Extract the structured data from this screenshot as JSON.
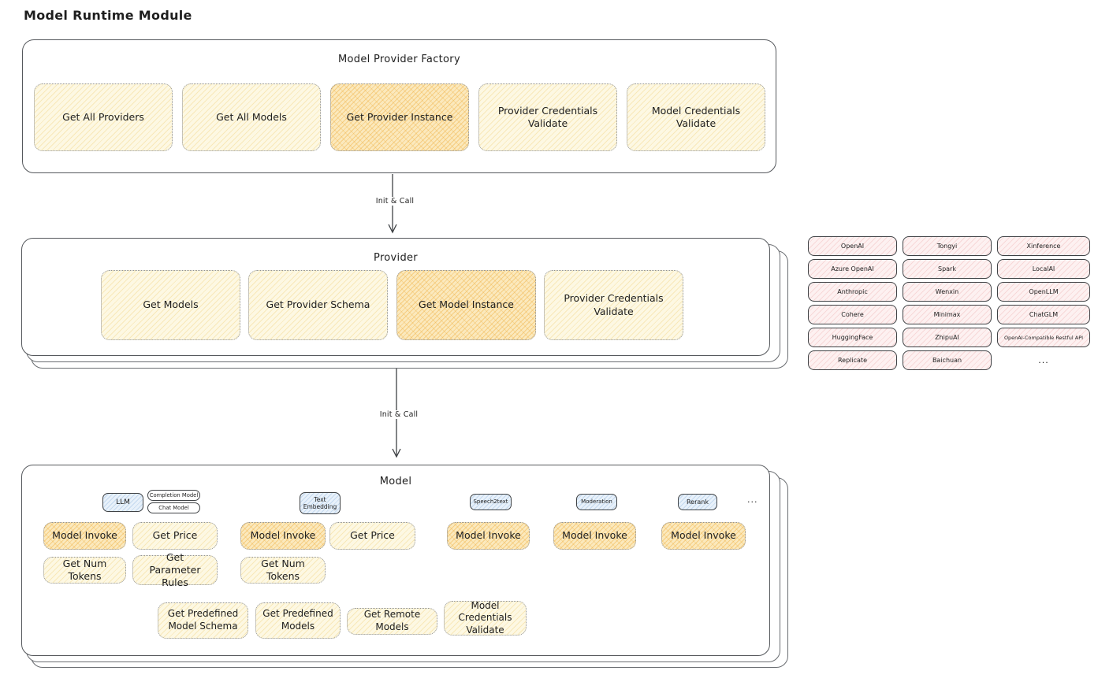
{
  "page_title": "Model Runtime Module",
  "colors": {
    "node_yellow_bg": "#fdf8e3",
    "node_yellow_hatch": "#e9c45a",
    "node_orange_bg": "#fbe9bd",
    "node_orange_hatch": "#eeac3a",
    "chip_pink_bg": "#fdf1f1",
    "chip_pink_hatch": "#e28080",
    "tab_blue_bg": "#e8f1fa",
    "tab_blue_hatch": "#70a2d4",
    "frame_stroke": "#55585c",
    "text": "#1e1e1e"
  },
  "factory": {
    "title": "Model Provider Factory",
    "nodes": [
      "Get All Providers",
      "Get All Models",
      "Get Provider Instance",
      "Provider Credentials Validate",
      "Model Credentials Validate"
    ]
  },
  "flow": {
    "arrow1_label": "Init & Call",
    "arrow2_label": "Init & Call"
  },
  "provider": {
    "title": "Provider",
    "nodes": [
      "Get Models",
      "Get Provider Schema",
      "Get Model Instance",
      "Provider Credentials Validate"
    ]
  },
  "catalog": {
    "col1": [
      "OpenAI",
      "Azure OpenAI",
      "Anthropic",
      "Cohere",
      "HuggingFace",
      "Replicate"
    ],
    "col2": [
      "Tongyi",
      "Spark",
      "Wenxin",
      "Minimax",
      "ZhipuAI",
      "Baichuan"
    ],
    "col3": [
      "Xinference",
      "LocalAI",
      "OpenLLM",
      "ChatGLM",
      "OpenAI-Compatible Restful API"
    ],
    "ellipsis": "..."
  },
  "model": {
    "title": "Model",
    "tab_llm": "LLM",
    "tab_completion": "Completion Model",
    "tab_chat": "Chat Model",
    "tab_text_embedding": "Text Embedding",
    "tab_speech2text": "Speech2text",
    "tab_moderation": "Moderation",
    "tab_rerank": "Rerank",
    "tabs_ellipsis": "...",
    "row1": [
      "Model Invoke",
      "Get Price",
      "Model Invoke",
      "Get Price",
      "Model Invoke",
      "Model Invoke",
      "Model Invoke"
    ],
    "row2": [
      "Get Num Tokens",
      "Get Parameter Rules",
      "Get Num Tokens"
    ],
    "row3": [
      "Get Predefined Model Schema",
      "Get Predefined Models",
      "Get Remote Models",
      "Model Credentials Validate"
    ]
  }
}
